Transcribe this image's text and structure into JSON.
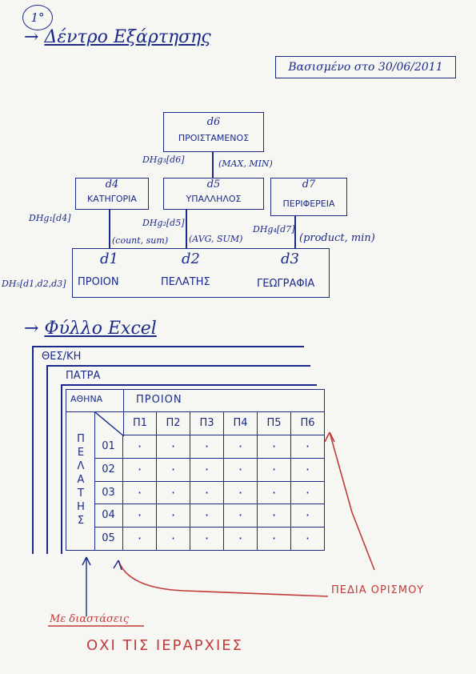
{
  "page_number": "1°",
  "section1": {
    "title": "Δέντρο Εξάρτησης"
  },
  "note": "Βασισμένο στο 30/06/2011",
  "tree": {
    "d6": {
      "code": "d6",
      "name": "ΠΡΟΙΣΤΑΜΕΝΟΣ",
      "hier": "DHg₃[d6]",
      "funcs": "(MAX, MIN)"
    },
    "d4": {
      "code": "d4",
      "name": "ΚΑΤΗΓΟΡΙΑ",
      "hier": "DHg₁[d4]",
      "funcs": "(count, sum)"
    },
    "d5": {
      "code": "d5",
      "name": "ΥΠΑΛΛΗΛΟΣ",
      "hier": "DHg₂[d5]",
      "funcs": "(AVG, SUM)"
    },
    "d7": {
      "code": "d7",
      "name": "ΠΕΡΙΦΕΡΕΙΑ",
      "hier": "DHg₄[d7]",
      "funcs": "(product, min)"
    },
    "base": {
      "hier": "DH₅[d1,d2,d3]",
      "d1": {
        "code": "d1",
        "name": "ΠΡΟΙΟΝ"
      },
      "d2": {
        "code": "d2",
        "name": "ΠΕΛΑΤΗΣ"
      },
      "d3": {
        "code": "d3",
        "name": "ΓΕΩΓΡΑΦΙΑ"
      }
    }
  },
  "section2": {
    "title": "Φύλλο Excel"
  },
  "sheets": [
    "ΘΕΣ/ΚΗ",
    "ΠΑΤΡΑ",
    "ΑΘΗΝΑ"
  ],
  "product_header": "ΠΡΟΙΟΝ",
  "columns": [
    "Π1",
    "Π2",
    "Π3",
    "Π4",
    "Π5",
    "Π6"
  ],
  "rows": [
    "01",
    "02",
    "03",
    "04",
    "05"
  ],
  "row_axis_letters": [
    "Π",
    "Ε",
    "Λ",
    "Α",
    "Τ",
    "Η",
    "Σ"
  ],
  "cell_mark": "·",
  "annotations": {
    "domains": "ΠΕΔΙΑ ΟΡΙΣΜΟΥ",
    "dimensions": "Με διαστάσεις",
    "no_hierarchies": "ΟΧΙ ΤΙΣ ΙΕΡΑΡΧΙΕΣ"
  },
  "colors": {
    "ink": "#1b2a8a",
    "red": "#c23a3a",
    "paper": "#f6f6f3"
  }
}
